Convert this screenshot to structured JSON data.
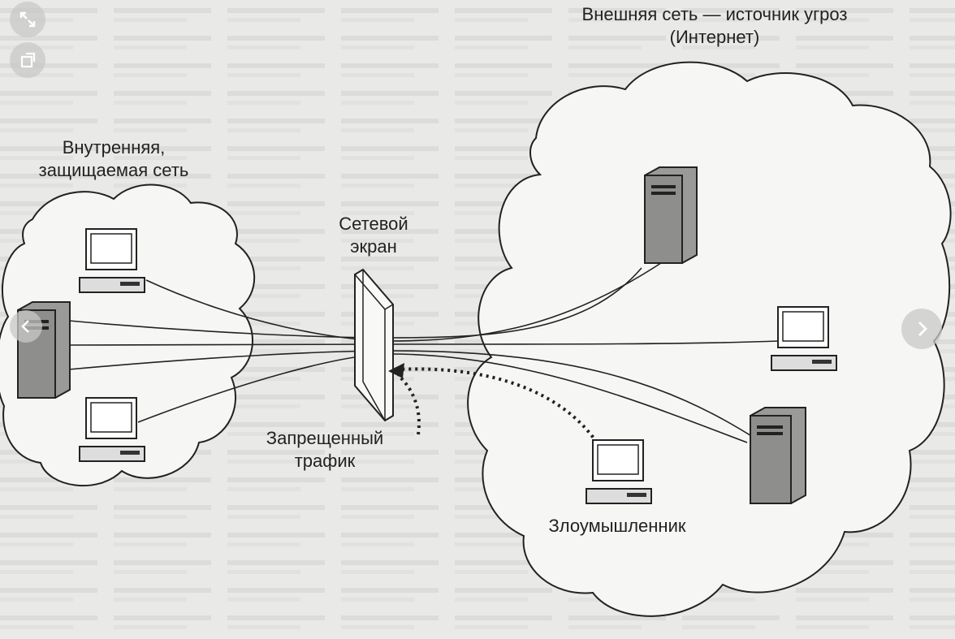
{
  "labels": {
    "external_line1": "Внешняя сеть — источник угроз",
    "external_line2": "(Интернет)",
    "internal_line1": "Внутренняя,",
    "internal_line2": "защищаемая сеть",
    "firewall_line1": "Сетевой",
    "firewall_line2": "экран",
    "blocked_line1": "Запрещенный",
    "blocked_line2": "трафик",
    "attacker": "Злоумышленник"
  },
  "viewer": {
    "expand_icon": "expand-icon",
    "share_icon": "share-icon",
    "prev_icon": "chevron-left-icon",
    "next_icon": "chevron-right-icon"
  },
  "colors": {
    "background": "#e9e9e7",
    "ink": "#222222",
    "cloud_fill": "#f6f6f4"
  }
}
